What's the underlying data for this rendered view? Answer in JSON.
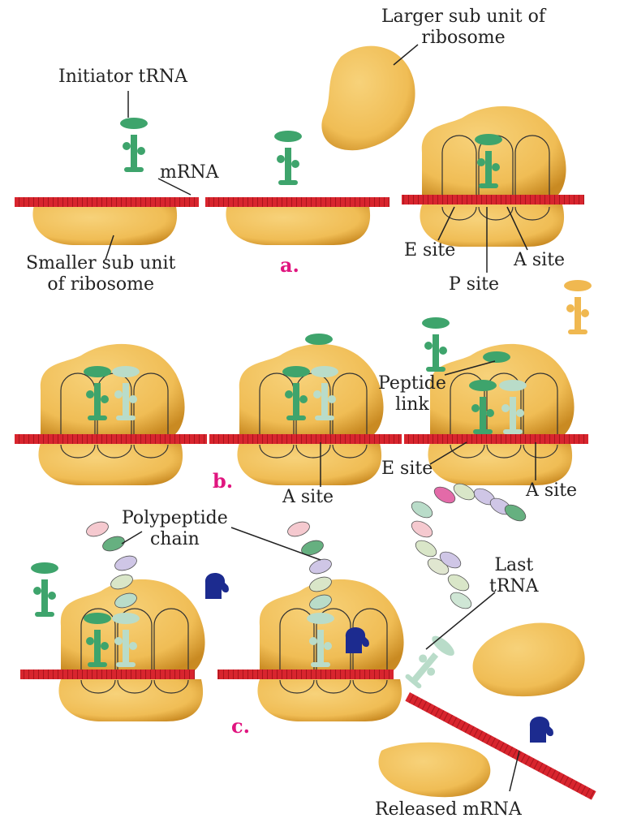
{
  "labels": {
    "larger_subunit": [
      "Larger sub unit of",
      "ribosome"
    ],
    "initiator_trna": "Initiator tRNA",
    "mrna": "mRNA",
    "smaller_subunit": [
      "Smaller sub unit",
      "of ribosome"
    ],
    "e_site_1": "E site",
    "p_site": "P site",
    "a_site_1": "A site",
    "a_site_2": "A site",
    "peptide_link": [
      "Peptide",
      "link"
    ],
    "e_site_2": "E site",
    "a_site_3": "A site",
    "polypeptide_chain": [
      "Polypeptide",
      "chain"
    ],
    "last_trna": [
      "Last",
      "tRNA"
    ],
    "released_mrna": "Released mRNA"
  },
  "panels": {
    "a": "a.",
    "b": "b.",
    "c": "c."
  },
  "colors": {
    "ribosome": "#f2c25c",
    "ribosome_shade": "#d89a2c",
    "mrna": "#d8252e",
    "trna_dark": "#3ea46c",
    "trna_light": "#b9dcc9",
    "trna_orange": "#f0b850",
    "release_factor": "#1c2b8f",
    "panel_label": "#e0157f"
  }
}
